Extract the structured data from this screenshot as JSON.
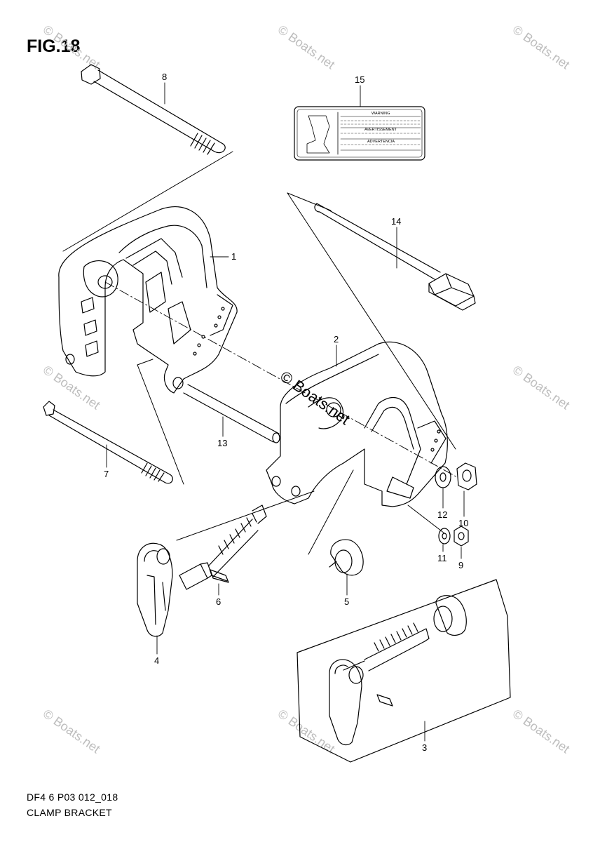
{
  "figure": {
    "title": "FIG.18",
    "code": "DF4 6 P03 012_018",
    "name": "CLAMP BRACKET"
  },
  "callouts": [
    "1",
    "2",
    "3",
    "4",
    "5",
    "6",
    "7",
    "8",
    "9",
    "10",
    "11",
    "12",
    "13",
    "14",
    "15"
  ],
  "warning_label": {
    "lines": [
      "WARNING",
      "AVERTISSEMENT",
      "ADVERTENCIA"
    ]
  },
  "watermarks": {
    "corner": "© Boats.net",
    "center": "© Boats.net"
  },
  "colors": {
    "line": "#000000",
    "watermark": "#bdbdbd"
  }
}
